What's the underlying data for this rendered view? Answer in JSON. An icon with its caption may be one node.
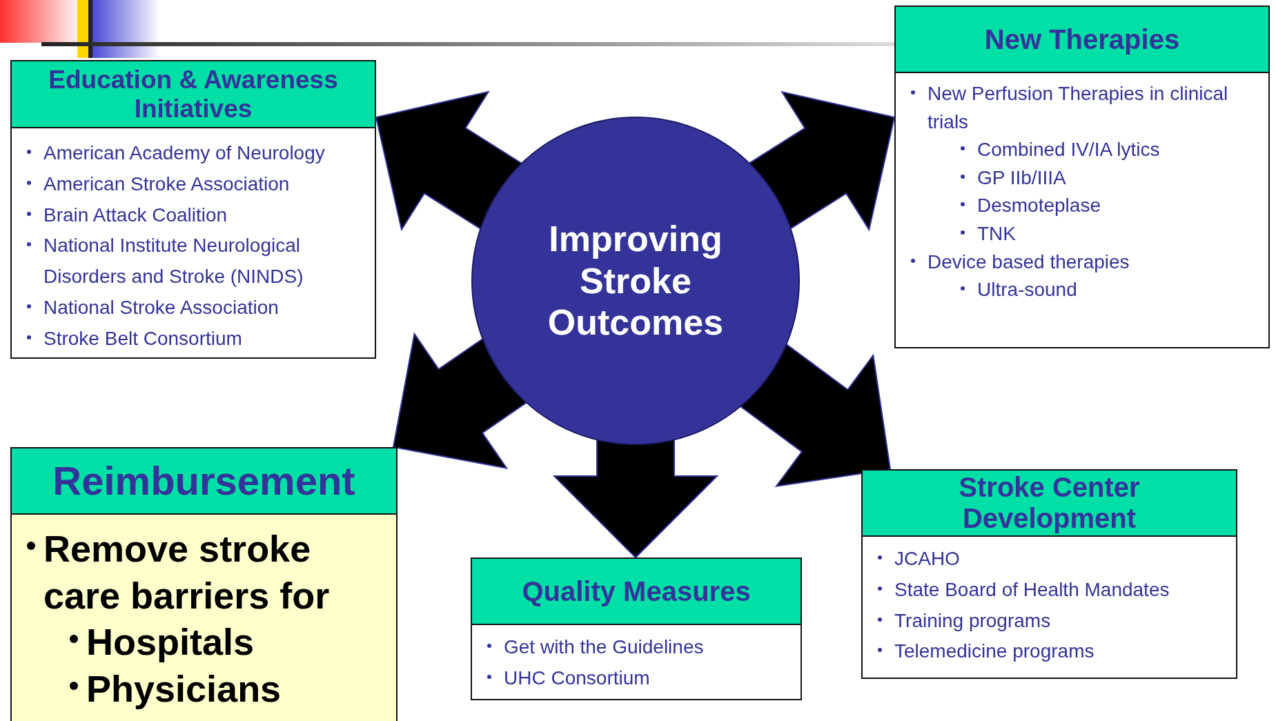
{
  "diagram": {
    "nodes": [
      {
        "text": [
          "Improving Stroke Outcomes"
        ]
      },
      {
        "text": [
          "Education & Awareness Initiatives",
          "American Academy of Neurology",
          "American Stroke Association",
          "Brain Attack Coalition",
          "National Institute Neurological Disorders and Stroke  (NINDS)",
          "National Stroke Association",
          "Stroke Belt Consortium"
        ]
      },
      {
        "text": [
          "New Therapies",
          "New Perfusion Therapies in clinical trials",
          "Combined IV/IA lytics",
          "GP IIb/IIIA",
          "Desmoteplase",
          "TNK",
          "Device based therapies",
          "Ultra-sound"
        ]
      },
      {
        "text": [
          "Reimbursement",
          "Remove stroke care barriers for",
          "Hospitals",
          "Physicians"
        ]
      },
      {
        "text": [
          "Quality Measures",
          "Get with the Guidelines",
          "UHC Consortium"
        ]
      },
      {
        "text": [
          "Stroke Center Development",
          "JCAHO",
          "State Board of Health Mandates",
          "Training programs",
          "Telemedicine programs"
        ]
      }
    ],
    "edges": [
      {
        "from": 0,
        "to": 1,
        "arrow": "to"
      },
      {
        "from": 0,
        "to": 2,
        "arrow": "to"
      },
      {
        "from": 0,
        "to": 3,
        "arrow": "to"
      },
      {
        "from": 0,
        "to": 4,
        "arrow": "to"
      },
      {
        "from": 0,
        "to": 5,
        "arrow": "to"
      }
    ]
  }
}
